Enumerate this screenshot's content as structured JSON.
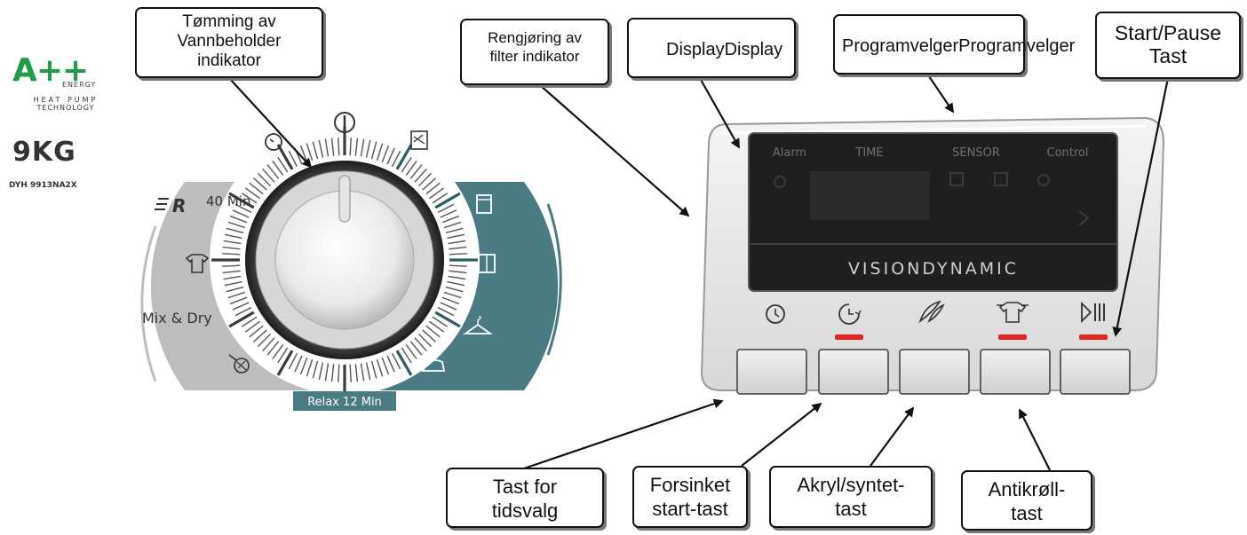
{
  "energy_logo": {
    "rating": "A++",
    "line1": "ENERGY",
    "line2": "HEAT PUMP",
    "line3": "TECHNOLOGY",
    "capacity": "9KG",
    "model": "DYH 9913NA2X"
  },
  "dial": {
    "program_labels": {
      "quick_40": "40 Min",
      "mix_dry": "Mix & Dry",
      "relax": "Relax 12 Min"
    },
    "power_symbol": "power-icon"
  },
  "panel": {
    "display_labels": [
      "Alarm",
      "TIME",
      "SENSOR",
      "Control"
    ],
    "brand_text": "VISIONDYNAMIC",
    "buttons": [
      {
        "icon": "clock-icon",
        "led": false
      },
      {
        "icon": "delay-start-icon",
        "led": true
      },
      {
        "icon": "feather-icon",
        "led": false
      },
      {
        "icon": "anti-crease-shirt-icon",
        "led": true
      },
      {
        "icon": "play-pause-icon",
        "led": true
      }
    ],
    "led_color": "#e0261d",
    "accent_color": "#4a7a82"
  },
  "callouts": {
    "tomming": [
      "Tømming av",
      "Vannbeholder",
      "indikator"
    ],
    "rengjoring": [
      "Rengjøring av",
      "filter indikator"
    ],
    "display": [
      "DisplayDisplay"
    ],
    "programvelger": [
      "ProgramvelgerProgramvelger"
    ],
    "start_pause": [
      "Start/Pause",
      "Tast"
    ],
    "tidsvalg": [
      "Tast for",
      "tidsvalg"
    ],
    "forsinket": [
      "Forsinket",
      "start-tast"
    ],
    "akryl": [
      "Akryl/syntet-",
      "tast"
    ],
    "antikroll": [
      "Antikrøll-",
      "tast"
    ]
  }
}
